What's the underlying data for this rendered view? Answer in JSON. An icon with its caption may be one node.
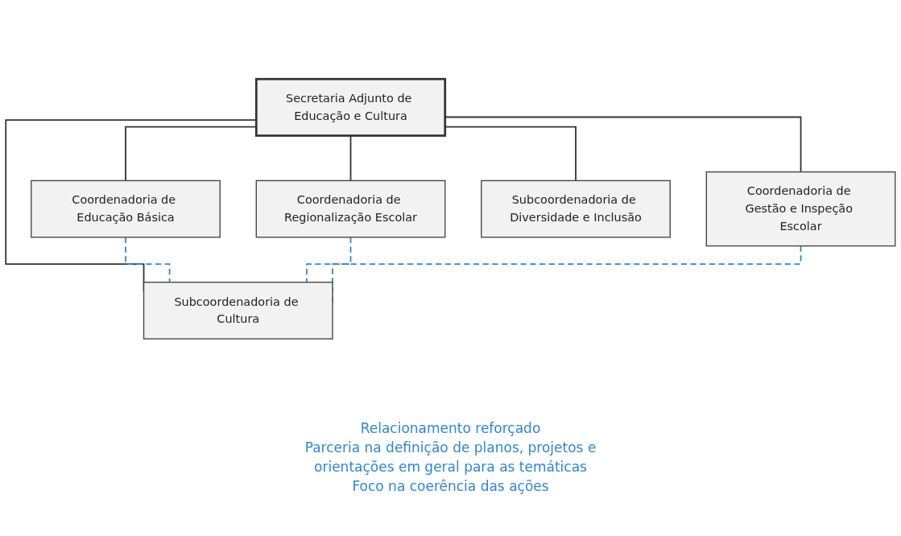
{
  "diagram": {
    "nodes": [
      {
        "text": [
          "Secretaria Adjunto de Educação e Cultura"
        ]
      },
      {
        "text": [
          "Coordenadoria de Educação Básica"
        ]
      },
      {
        "text": [
          "Coordenadoria de Regionalização Escolar"
        ]
      },
      {
        "text": [
          "Coordenadoria de Gestão e Inspeção Escolar"
        ]
      },
      {
        "text": [
          "Subcoordenadoria de Diversidade e Inclusão"
        ]
      },
      {
        "text": [
          "Subcoordenadoria de Cultura"
        ]
      }
    ],
    "edges": [
      {
        "from": 0,
        "to": 1,
        "arrow": "none"
      },
      {
        "from": 0,
        "to": 2,
        "arrow": "none"
      },
      {
        "from": 0,
        "to": 3,
        "arrow": "none"
      },
      {
        "from": 0,
        "to": 4,
        "arrow": "none"
      },
      {
        "from": 0,
        "to": 5,
        "arrow": "none"
      },
      {
        "from": 1,
        "to": 5,
        "arrow": "none",
        "style": "dashed",
        "color": "#2f86d6"
      },
      {
        "from": 2,
        "to": 5,
        "arrow": "none",
        "style": "dashed",
        "color": "#2f86d6"
      },
      {
        "from": 3,
        "to": 5,
        "arrow": "none",
        "style": "dashed",
        "color": "#2f86d6"
      }
    ],
    "labels": [
      "Relacionamento reforçado",
      "Parceria na definição de planos, projetos e",
      "orientações em geral para as temáticas",
      "Foco na coerência das ações"
    ]
  }
}
